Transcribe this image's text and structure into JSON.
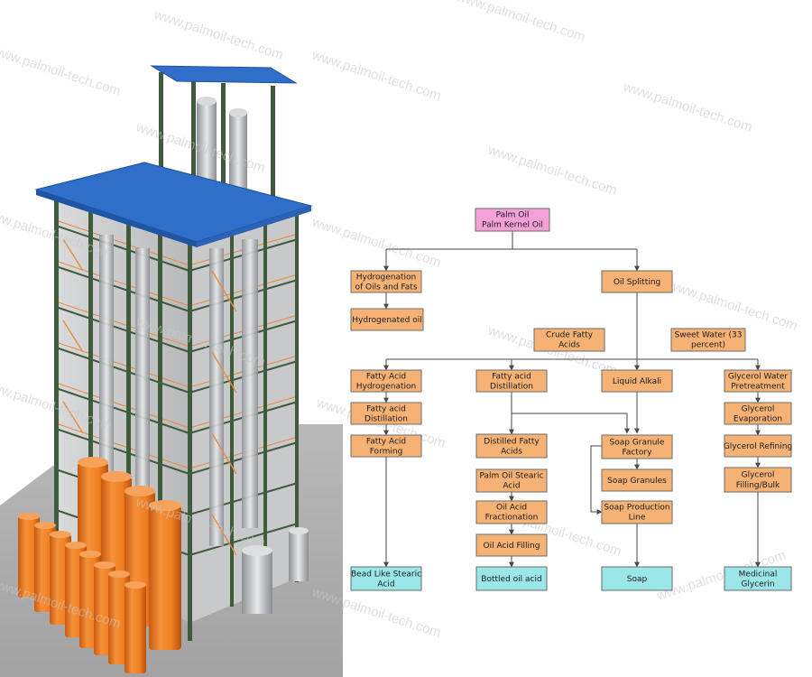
{
  "watermark": "www.palmoil-tech.com",
  "colors": {
    "process_box": "#f5b274",
    "source_box": "#f3a1d7",
    "product_box": "#9be7e8",
    "roof": "#2f6fc9",
    "tank": "#f07f22",
    "steel": "#3f5a3c"
  },
  "plant_image": {
    "subject": "multi-storey steel-frame oleochemical plant tower with blue roof and orange storage tanks"
  },
  "flowchart": {
    "nodes": [
      {
        "id": "palm-oil",
        "label": "Palm Oil\nPalm Kernel Oil",
        "style": "pink"
      },
      {
        "id": "hydrogenation",
        "label": "Hydrogenation\nof Oils and Fats",
        "style": "orange"
      },
      {
        "id": "oil-splitting",
        "label": "Oil Splitting",
        "style": "orange"
      },
      {
        "id": "hydrogenated-oil",
        "label": "Hydrogenated oil",
        "style": "orange"
      },
      {
        "id": "crude-fatty-acids",
        "label": "Crude Fatty\nAcids",
        "style": "orange"
      },
      {
        "id": "sweet-water",
        "label": "Sweet Water  (33\npercent)",
        "style": "orange"
      },
      {
        "id": "fatty-acid-hydrogenation",
        "label": "Fatty Acid\nHydrogenation",
        "style": "orange"
      },
      {
        "id": "fatty-acid-distillation",
        "label": "Fatty acid\nDistillation",
        "style": "orange"
      },
      {
        "id": "liquid-alkali",
        "label": "Liquid Alkali",
        "style": "orange"
      },
      {
        "id": "glycerol-pretreatment",
        "label": "Glycerol Water\nPretreatment",
        "style": "orange"
      },
      {
        "id": "fatty-acid-distillation-2",
        "label": "Fatty acid\nDistillation",
        "style": "orange"
      },
      {
        "id": "glycerol-evaporation",
        "label": "Glycerol\nEvaporation",
        "style": "orange"
      },
      {
        "id": "fatty-acid-forming",
        "label": "Fatty Acid\nForming",
        "style": "orange"
      },
      {
        "id": "distilled-fatty-acids",
        "label": "Distilled Fatty\nAcids",
        "style": "orange"
      },
      {
        "id": "soap-granule-factory",
        "label": "Soap Granule\nFactory",
        "style": "orange"
      },
      {
        "id": "glycerol-refining",
        "label": "Glycerol Refining",
        "style": "orange"
      },
      {
        "id": "palm-oil-stearic-acid",
        "label": "Palm Oil Stearic\nAcid",
        "style": "orange"
      },
      {
        "id": "soap-granules",
        "label": "Soap Granules",
        "style": "orange"
      },
      {
        "id": "glycerol-filling",
        "label": "Glycerol\nFilling/Bulk",
        "style": "orange"
      },
      {
        "id": "oil-acid-fractionation",
        "label": "Oil Acid\nFractionation",
        "style": "orange"
      },
      {
        "id": "soap-production-line",
        "label": "Soap Production\nLine",
        "style": "orange"
      },
      {
        "id": "oil-acid-filling",
        "label": "Oil Acid Filling",
        "style": "orange"
      },
      {
        "id": "bead-like-stearic-acid",
        "label": "Bead Like Stearic\nAcid",
        "style": "cyan"
      },
      {
        "id": "bottled-oil-acid",
        "label": "Bottled oil acid",
        "style": "cyan"
      },
      {
        "id": "soap",
        "label": "Soap",
        "style": "cyan"
      },
      {
        "id": "medicinal-glycerin",
        "label": "Medicinal\nGlycerin",
        "style": "cyan"
      }
    ],
    "edges": [
      [
        "palm-oil",
        "hydrogenation"
      ],
      [
        "palm-oil",
        "oil-splitting"
      ],
      [
        "hydrogenation",
        "hydrogenated-oil"
      ],
      [
        "oil-splitting",
        "fatty-acid-hydrogenation"
      ],
      [
        "oil-splitting",
        "fatty-acid-distillation"
      ],
      [
        "oil-splitting",
        "liquid-alkali"
      ],
      [
        "oil-splitting",
        "glycerol-pretreatment"
      ],
      [
        "fatty-acid-hydrogenation",
        "fatty-acid-distillation-2"
      ],
      [
        "fatty-acid-distillation-2",
        "fatty-acid-forming"
      ],
      [
        "fatty-acid-forming",
        "bead-like-stearic-acid"
      ],
      [
        "fatty-acid-distillation",
        "distilled-fatty-acids"
      ],
      [
        "fatty-acid-distillation",
        "soap-granule-factory"
      ],
      [
        "palm-oil-stearic-acid",
        "oil-acid-fractionation"
      ],
      [
        "oil-acid-fractionation",
        "oil-acid-filling"
      ],
      [
        "oil-acid-filling",
        "bottled-oil-acid"
      ],
      [
        "liquid-alkali",
        "soap-granule-factory"
      ],
      [
        "soap-granule-factory",
        "soap-granules"
      ],
      [
        "soap-granule-factory",
        "soap-production-line"
      ],
      [
        "soap-production-line",
        "soap"
      ],
      [
        "glycerol-pretreatment",
        "glycerol-evaporation"
      ],
      [
        "glycerol-evaporation",
        "glycerol-refining"
      ],
      [
        "glycerol-refining",
        "glycerol-filling"
      ],
      [
        "glycerol-filling",
        "medicinal-glycerin"
      ]
    ]
  }
}
